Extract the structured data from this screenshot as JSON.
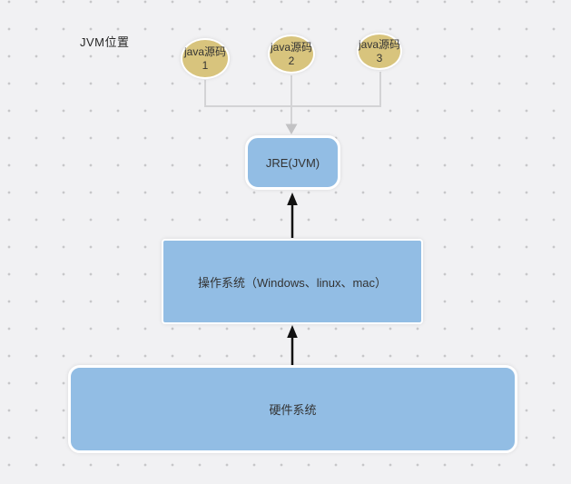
{
  "canvas": {
    "title": "JVM位置",
    "background_color": "#f1f1f3",
    "dot_grid_color": "#c7c7c9"
  },
  "colors": {
    "node_blue": "#92bde4",
    "node_tan": "#d8c47d",
    "node_border": "#ffffff",
    "connector_gray": "#d3d3d5",
    "connector_arrowhead_gray": "#c2c2c4",
    "arrow_black": "#111111",
    "text": "#333333"
  },
  "nodes": {
    "source1": {
      "label": "java源码1",
      "shape": "ellipse"
    },
    "source2": {
      "label": "java源码2",
      "shape": "ellipse"
    },
    "source3": {
      "label": "java源码3",
      "shape": "ellipse"
    },
    "jre": {
      "label": "JRE(JVM)",
      "shape": "rounded-rect"
    },
    "os": {
      "label": "操作系统（Windows、linux、mac）",
      "shape": "rect"
    },
    "hardware": {
      "label": "硬件系统",
      "shape": "rounded-rect"
    }
  },
  "edges": [
    {
      "from": "source1",
      "to": "jre",
      "style": "gray-arrow"
    },
    {
      "from": "source2",
      "to": "jre",
      "style": "gray-arrow"
    },
    {
      "from": "source3",
      "to": "jre",
      "style": "gray-arrow"
    },
    {
      "from": "os",
      "to": "jre",
      "style": "black-arrow"
    },
    {
      "from": "hardware",
      "to": "os",
      "style": "black-arrow"
    }
  ]
}
